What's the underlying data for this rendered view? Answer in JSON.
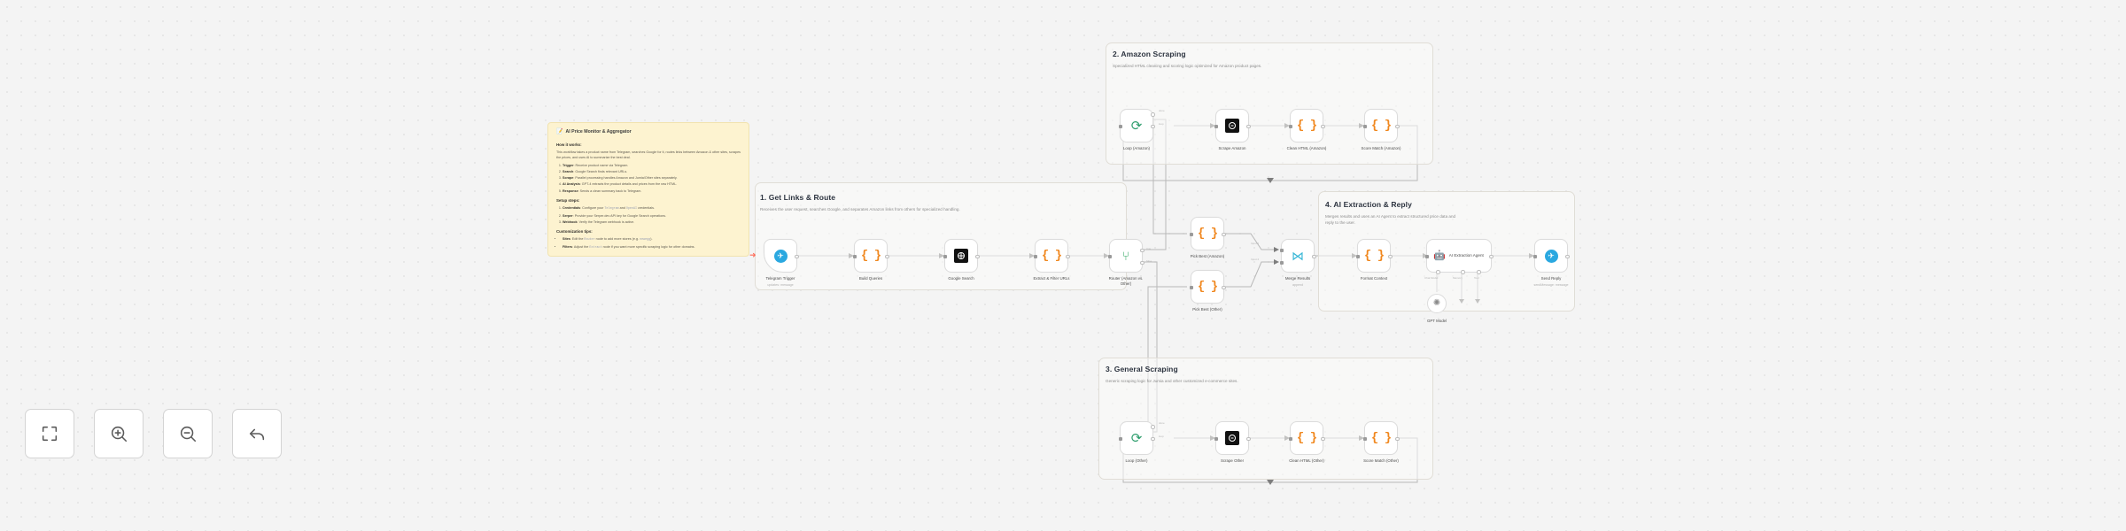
{
  "app": {
    "title": "n8n workflow canvas"
  },
  "sticky": {
    "icon": "sticky-note-icon",
    "title": "AI Price Monitor & Aggregator",
    "how_heading": "How it works:",
    "how_body": "This workflow takes a product name from Telegram, searches Google for it, routes links between Amazon & other sites, scrapes the prices, and uses AI to summarize the best deal.",
    "how_steps": [
      {
        "b": "Trigger",
        "t": ": Receive product name via Telegram."
      },
      {
        "b": "Search",
        "t": ": Google Search finds relevant URLs."
      },
      {
        "b": "Scrape",
        "t": ": Parallel processing handles Amazon and Jumia/Other sites separately."
      },
      {
        "b": "AI Analysis",
        "t": ": GPT-4 extracts the product details and prices from the raw HTML."
      },
      {
        "b": "Response",
        "t": ": Sends a clean summary back to Telegram."
      }
    ],
    "setup_heading": "Setup steps:",
    "setup_steps": [
      {
        "b": "Credentials",
        "t": ": Configure your ",
        "code": "Telegram",
        "t2": " and ",
        "code2": "OpenAI",
        "t3": " credentials."
      },
      {
        "b": "Serper",
        "t": ": Provide your Serper.dev API key for Google Search operations."
      },
      {
        "b": "Webhook",
        "t": ": Verify the Telegram webhook is active."
      }
    ],
    "tips_heading": "Customization tips:",
    "tips": [
      {
        "b": "Sites",
        "t": ": Edit the ",
        "code": "Router",
        "t2": " node to add more stores (e.g. ",
        "code2": "newegg",
        "t3": ")."
      },
      {
        "b": "Filters",
        "t": ": Adjust the ",
        "code": "Extract",
        "t2": " node if you want more specific scraping logic for other domains."
      }
    ]
  },
  "sections": [
    {
      "id": "get-links-route",
      "number": "1.",
      "title": "1. Get Links & Route",
      "subtitle": "Receives the user request, searches Google, and separates Amazon links from others for specialized handling."
    },
    {
      "id": "amazon-scraping",
      "number": "2.",
      "title": "2. Amazon Scraping",
      "subtitle": "Specialized HTML cleaning and scoring logic optimized for Amazon product pages."
    },
    {
      "id": "general-scraping",
      "number": "3.",
      "title": "3. General Scraping",
      "subtitle": "Generic scraping logic for Jumia and other customized e-commerce sites."
    },
    {
      "id": "ai-extraction-reply",
      "number": "4.",
      "title": "4. AI Extraction & Reply",
      "subtitle": "Merges results and uses an AI Agent to extract structured price data and reply to the user."
    }
  ],
  "nodes": {
    "telegram_trigger": {
      "label": "Telegram Trigger",
      "sublabel": "updates: message",
      "icon": "telegram-icon"
    },
    "build_queries": {
      "label": "Build Queries",
      "icon": "code-braces-icon"
    },
    "google_search": {
      "label": "Google Search",
      "icon": "serper-icon"
    },
    "extract_filter_urls": {
      "label": "Extract & Filter URLs",
      "icon": "code-braces-icon"
    },
    "router": {
      "label": "Router (Amazon vs. Other)",
      "icon": "switch-icon",
      "ports": [
        "true",
        "false"
      ]
    },
    "loop_amazon": {
      "label": "Loop (Amazon)",
      "icon": "loop-icon",
      "ports": [
        "done",
        "loop"
      ]
    },
    "scrape_amazon": {
      "label": "Scrape Amazon",
      "icon": "scrape-icon"
    },
    "clean_html_amazon": {
      "label": "Clean HTML (Amazon)",
      "icon": "code-braces-icon"
    },
    "score_match_amazon": {
      "label": "Score Match (Amazon)",
      "icon": "code-braces-icon"
    },
    "loop_other": {
      "label": "Loop (Other)",
      "icon": "loop-icon",
      "ports": [
        "done",
        "loop"
      ]
    },
    "scrape_other": {
      "label": "Scrape Other",
      "icon": "scrape-icon"
    },
    "clean_html_other": {
      "label": "Clean HTML (Other)",
      "icon": "code-braces-icon"
    },
    "score_match_other": {
      "label": "Score Match (Other)",
      "icon": "code-braces-icon"
    },
    "pick_best_amazon": {
      "label": "Pick Best (Amazon)",
      "icon": "code-braces-icon"
    },
    "pick_best_other": {
      "label": "Pick Best (Other)",
      "icon": "code-braces-icon"
    },
    "merge_results": {
      "label": "Merge Results",
      "sublabel": "append",
      "icon": "merge-icon",
      "ports": [
        "Input 1",
        "Input 2"
      ]
    },
    "format_context": {
      "label": "Format Context",
      "icon": "code-braces-icon"
    },
    "ai_extraction_agent": {
      "label": "AI Extraction Agent",
      "icon": "robot-icon",
      "ports": [
        "Chat Model",
        "Memory",
        "Tool"
      ]
    },
    "gpt_model": {
      "label": "GPT Model",
      "icon": "openai-icon"
    },
    "send_reply": {
      "label": "Send Reply",
      "sublabel": "sendMessage: message",
      "icon": "telegram-icon"
    }
  },
  "toolbar": [
    {
      "id": "fit-view",
      "name": "fit-to-view-button",
      "icon": "fit-view-icon"
    },
    {
      "id": "zoom-in",
      "name": "zoom-in-button",
      "icon": "zoom-in-icon"
    },
    {
      "id": "zoom-out",
      "name": "zoom-out-button",
      "icon": "zoom-out-icon"
    },
    {
      "id": "reset-zoom",
      "name": "reset-zoom-button",
      "icon": "undo-arrow-icon"
    }
  ],
  "colors": {
    "canvas_bg": "#f4f4f4",
    "sticky_bg": "#fdf3d0",
    "accent_orange": "#f0871e",
    "accent_green": "#2f9e6e",
    "accent_blue": "#2aa8e0",
    "accent_cyan": "#36b6d6",
    "trigger_arrow": "#ff6d5a"
  }
}
